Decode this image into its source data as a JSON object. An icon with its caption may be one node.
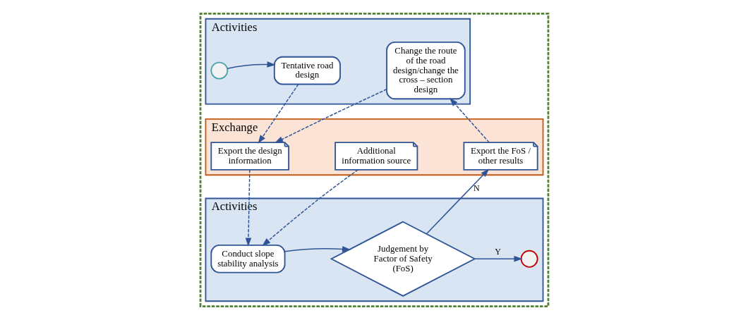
{
  "diagram": {
    "nodes": [
      {
        "text": [],
        "shape": "box"
      },
      {
        "text": [
          "Activities"
        ],
        "in": 0
      },
      {
        "text": [],
        "shape": "circle",
        "in": 1
      },
      {
        "text": [
          "Tentative road design"
        ],
        "in": 1
      },
      {
        "text": [
          "Change the route of the road design/change the cross – section design"
        ],
        "in": 1
      },
      {
        "text": [
          "Exchange"
        ],
        "in": 0
      },
      {
        "text": [
          "Export the design information"
        ],
        "in": 5
      },
      {
        "text": [
          "Additional information source"
        ],
        "in": 5
      },
      {
        "text": [
          "Export the FoS / other results"
        ],
        "in": 5
      },
      {
        "text": [
          "Activities"
        ],
        "in": 0
      },
      {
        "text": [
          "Conduct slope stability analysis"
        ],
        "in": 9
      },
      {
        "text": [
          "Judgement by Factor of Safety (FoS)"
        ],
        "in": 9
      },
      {
        "text": [],
        "shape": "circle",
        "in": 9
      }
    ],
    "edges": [
      {
        "from": 2,
        "to": 3,
        "arrow": "to"
      },
      {
        "from": 3,
        "to": 6,
        "arrow": "to",
        "style": "dashed"
      },
      {
        "from": 4,
        "to": 6,
        "arrow": "to",
        "style": "dashed"
      },
      {
        "from": 6,
        "to": 10,
        "arrow": "to",
        "style": "dashed"
      },
      {
        "from": 7,
        "to": 10,
        "arrow": "to",
        "style": "dashed"
      },
      {
        "from": 10,
        "to": 11,
        "arrow": "to"
      },
      {
        "from": 11,
        "to": 8,
        "arrow": "to",
        "label": "N"
      },
      {
        "from": 8,
        "to": 4,
        "arrow": "to",
        "style": "dashed"
      },
      {
        "from": 11,
        "to": 12,
        "arrow": "to",
        "label": "Y"
      }
    ]
  }
}
